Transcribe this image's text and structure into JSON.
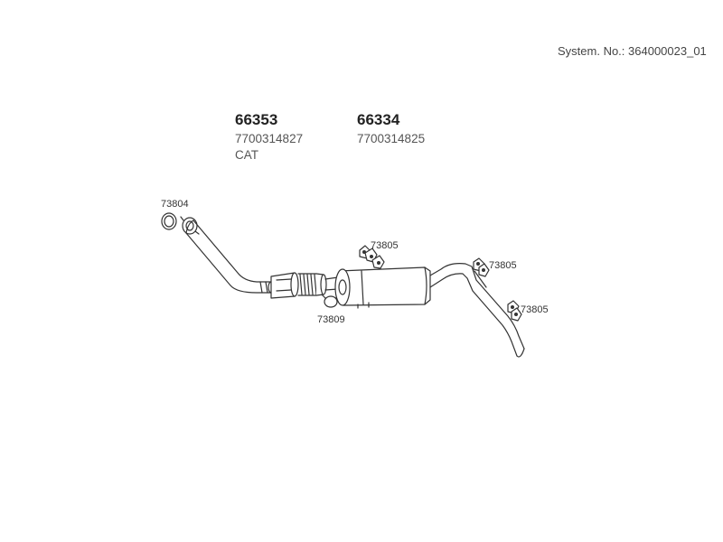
{
  "system_no": "System. No.: 364000023_01",
  "parts": [
    {
      "part_no": "66353",
      "oem_no": "7700314827",
      "note": "CAT"
    },
    {
      "part_no": "66334",
      "oem_no": "7700314825"
    }
  ],
  "callouts": {
    "gasket_front": "73804",
    "clamp_mid": "73809",
    "clamp_upper": "73805",
    "clamp_rear_1": "73805",
    "clamp_rear_2": "73805"
  }
}
